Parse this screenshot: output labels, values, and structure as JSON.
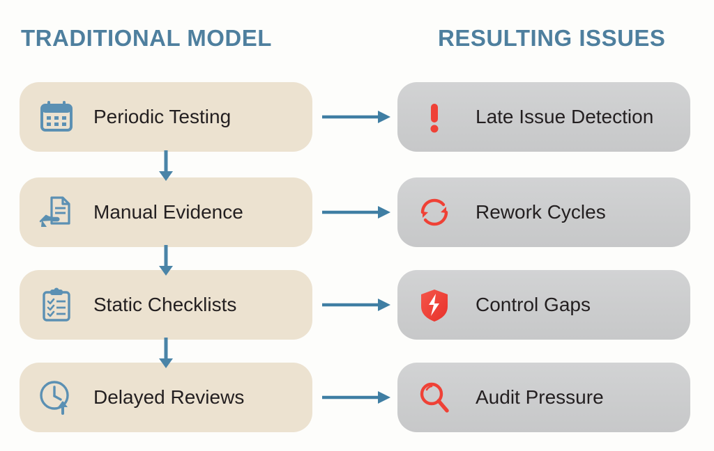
{
  "headers": {
    "left": "TRADITIONAL MODEL",
    "right": "RESULTING ISSUES"
  },
  "colors": {
    "header_blue": "#4e7f9e",
    "icon_blue": "#5b90b3",
    "icon_red": "#ef4136",
    "left_card_bg": "#ece2d0",
    "right_card_bg": "#cbcccd",
    "arrow_blue": "#3f7ea3",
    "page_bg": "#fdfdfb",
    "label_text": "#231f20"
  },
  "left_column": [
    {
      "label": "Periodic Testing",
      "icon": "calendar-icon"
    },
    {
      "label": "Manual Evidence",
      "icon": "hand-document-icon"
    },
    {
      "label": "Static Checklists",
      "icon": "clipboard-check-icon"
    },
    {
      "label": "Delayed Reviews",
      "icon": "clock-arrow-icon"
    }
  ],
  "right_column": [
    {
      "label": "Late Issue Detection",
      "icon": "exclamation-icon"
    },
    {
      "label": "Rework Cycles",
      "icon": "refresh-cycle-icon"
    },
    {
      "label": "Control Gaps",
      "icon": "broken-shield-icon"
    },
    {
      "label": "Audit Pressure",
      "icon": "magnifier-icon"
    }
  ],
  "connectors": {
    "vertical_arrows": 3,
    "horizontal_arrows": 4
  }
}
